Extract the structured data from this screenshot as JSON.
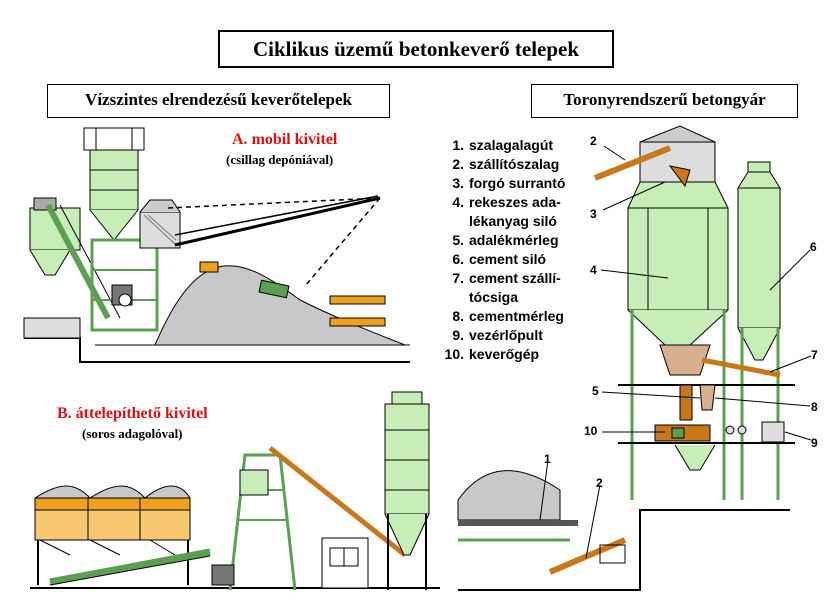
{
  "title": "Ciklikus üzemű betonkeverő telepek",
  "left_section": {
    "title": "Vízszintes elrendezésű keverőtelepek",
    "variant_a": {
      "letter": "A.",
      "name": "mobil kivitel",
      "note": "(csillag depóniával)"
    },
    "variant_b": {
      "letter": "B.",
      "name": "áttelepíthető kivitel",
      "note": "(soros adagolóval)"
    }
  },
  "right_section": {
    "title": "Toronyrendszerű betongyár",
    "legend": [
      {
        "n": "1.",
        "text": "szalagalagút"
      },
      {
        "n": "2.",
        "text": "szállítószalag"
      },
      {
        "n": "3.",
        "text": "forgó surrantó"
      },
      {
        "n": "4.",
        "text": "rekeszes ada-"
      },
      {
        "n": "",
        "text": "lékanyag siló"
      },
      {
        "n": "5.",
        "text": "adalékmérleg"
      },
      {
        "n": "6.",
        "text": "cement siló"
      },
      {
        "n": "7.",
        "text": "cement szállí-"
      },
      {
        "n": "",
        "text": "tócsiga"
      },
      {
        "n": "8.",
        "text": "cementmérleg"
      },
      {
        "n": "9.",
        "text": "vezérlőpult"
      },
      {
        "n": "10.",
        "text": "keverőgép"
      }
    ],
    "callouts": [
      "2",
      "3",
      "4",
      "6",
      "7",
      "5",
      "8",
      "10",
      "9",
      "1",
      "2"
    ]
  },
  "colors": {
    "silo_green": "#c8eeb8",
    "frame_green": "#5aa050",
    "aggregate_orange": "#f0a020",
    "title_red": "#e01010",
    "gravel_gray": "#c8c8c8"
  }
}
